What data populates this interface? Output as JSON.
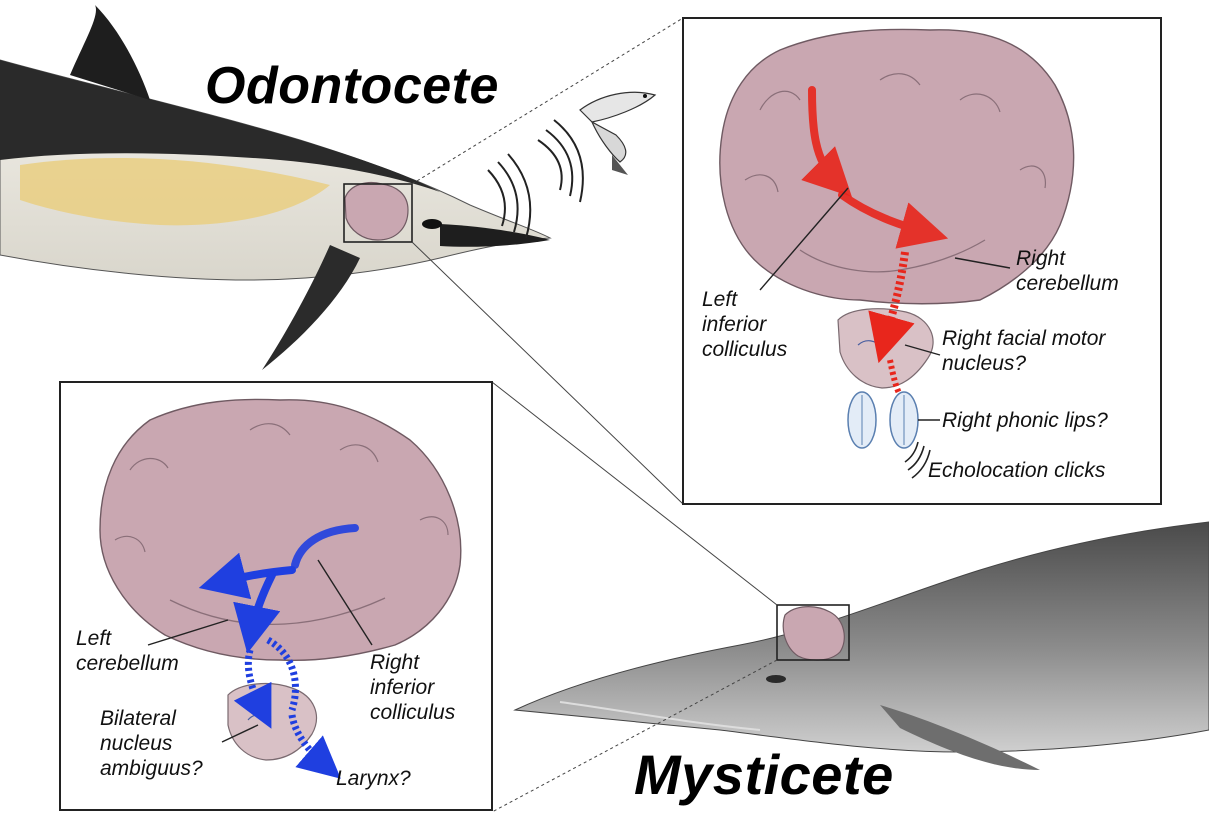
{
  "titles": {
    "odontocete": "Odontocete",
    "mysticete": "Mysticete"
  },
  "odontocete_panel": {
    "left_inferior_colliculus": [
      "Left",
      "inferior",
      "colliculus"
    ],
    "right_cerebellum": [
      "Right",
      "cerebellum"
    ],
    "right_facial_motor_nucleus": [
      "Right facial motor",
      "nucleus?"
    ],
    "right_phonic_lips": "Right phonic lips?",
    "echolocation_clicks": "Echolocation clicks"
  },
  "mysticete_panel": {
    "left_cerebellum": [
      "Left",
      "cerebellum"
    ],
    "right_inferior_colliculus": [
      "Right",
      "inferior",
      "colliculus"
    ],
    "bilateral_nucleus_ambiguus": [
      "Bilateral",
      "nucleus",
      "ambiguus?"
    ],
    "larynx": "Larynx?"
  },
  "colors": {
    "brain_tissue": "#c9a7b1",
    "brain_outline": "#6f5a62",
    "odontocete_pathway": "#e8261c",
    "mysticete_pathway": "#1f3fe0",
    "phonic_lips_fill": "#e3ecf7",
    "phonic_lips_stroke": "#5a7fb0",
    "dolphin_back": "#2a2a2a",
    "dolphin_flank": "#e9cf86",
    "whale_body": "#8a8a8a"
  }
}
